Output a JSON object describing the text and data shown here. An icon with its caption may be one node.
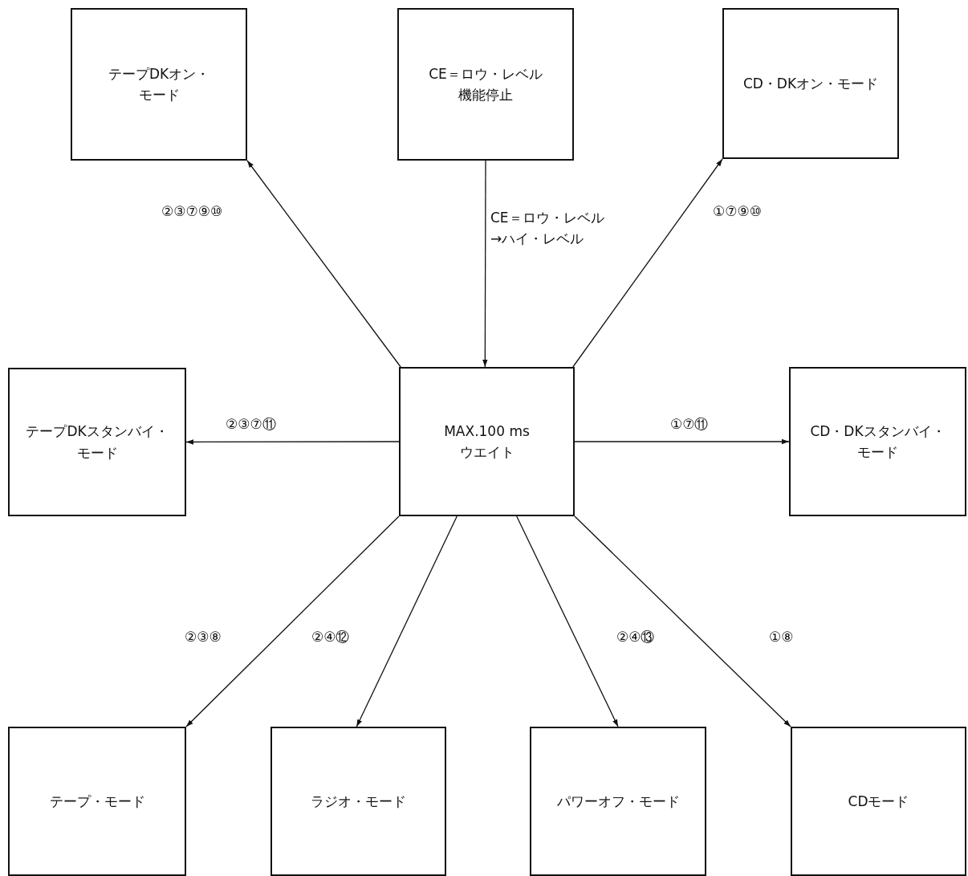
{
  "diagram": {
    "nodes": [
      {
        "text": [
          "テープDKオン・モード"
        ]
      },
      {
        "text": [
          "CE＝ロウ・レベル機能停止"
        ]
      },
      {
        "text": [
          "CD・DKオン・モード"
        ]
      },
      {
        "text": [
          "テープDKスタンバイ・モード"
        ]
      },
      {
        "text": [
          "MAX.100 msウエイト"
        ]
      },
      {
        "text": [
          "CD・DKスタンバイ・モード"
        ]
      },
      {
        "text": [
          "テープ・モード"
        ]
      },
      {
        "text": [
          "ラジオ・モード"
        ]
      },
      {
        "text": [
          "パワーオフ・モード"
        ]
      },
      {
        "text": [
          "CDモード"
        ]
      }
    ],
    "edges": [
      {
        "from": 4,
        "to": 0,
        "arrow": "to",
        "label": "②③⑦⑨⑩"
      },
      {
        "from": 1,
        "to": 4,
        "arrow": "to",
        "label": "CE＝ロウ・レベル→ハイ・レベル"
      },
      {
        "from": 4,
        "to": 2,
        "arrow": "to",
        "label": "①⑦⑨⑩"
      },
      {
        "from": 4,
        "to": 3,
        "arrow": "to",
        "label": "②③⑦⑪"
      },
      {
        "from": 4,
        "to": 5,
        "arrow": "to",
        "label": "①⑦⑪"
      },
      {
        "from": 4,
        "to": 6,
        "arrow": "to",
        "label": "②③⑧"
      },
      {
        "from": 4,
        "to": 7,
        "arrow": "to",
        "label": "②④⑫"
      },
      {
        "from": 4,
        "to": 8,
        "arrow": "to",
        "label": "②④⑬"
      },
      {
        "from": 4,
        "to": 9,
        "arrow": "to",
        "label": "①⑧"
      }
    ]
  }
}
